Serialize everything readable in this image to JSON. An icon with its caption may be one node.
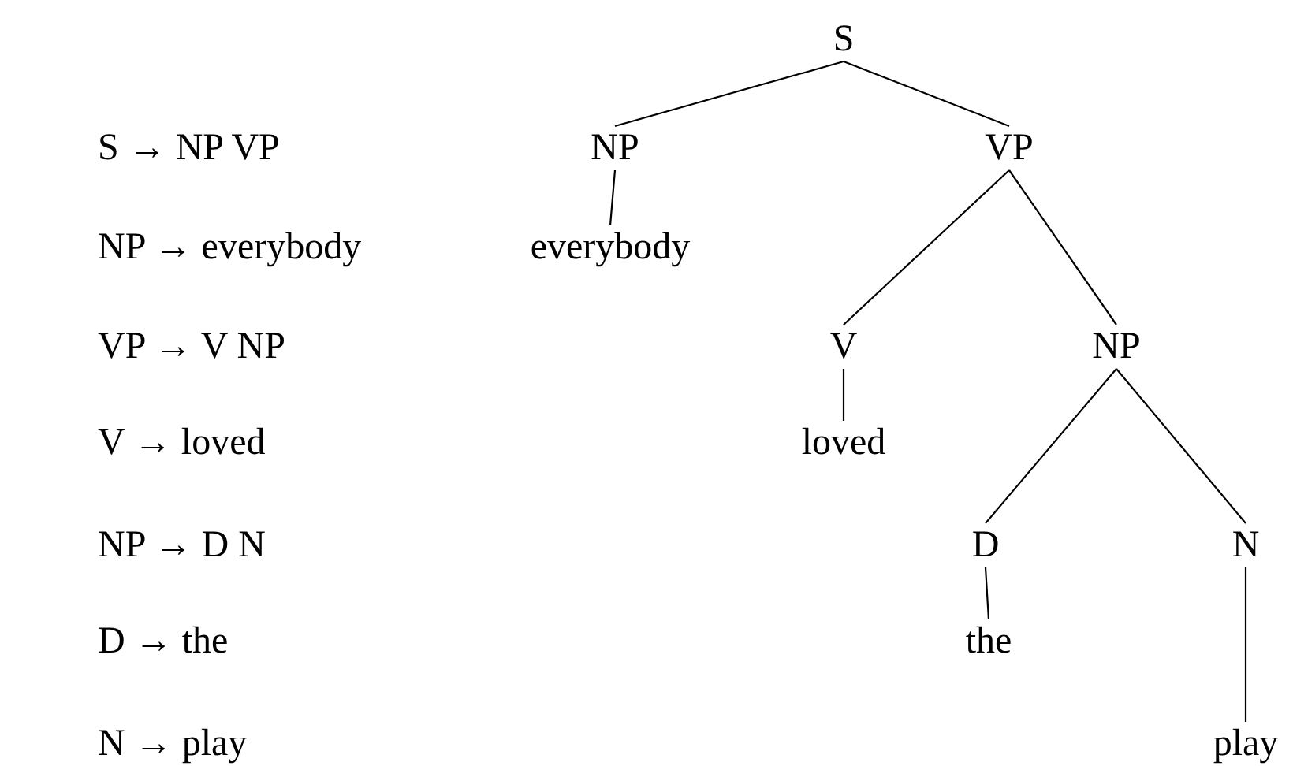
{
  "diagram": {
    "nodes": [
      {
        "text": [
          "S"
        ]
      },
      {
        "text": [
          "NP"
        ]
      },
      {
        "text": [
          "VP"
        ]
      },
      {
        "text": [
          "everybody"
        ]
      },
      {
        "text": [
          "V"
        ]
      },
      {
        "text": [
          "NP"
        ]
      },
      {
        "text": [
          "loved"
        ]
      },
      {
        "text": [
          "D"
        ]
      },
      {
        "text": [
          "N"
        ]
      },
      {
        "text": [
          "the"
        ]
      },
      {
        "text": [
          "play"
        ]
      }
    ],
    "edges": [
      {
        "from": 0,
        "to": 1,
        "arrow": "none"
      },
      {
        "from": 0,
        "to": 2,
        "arrow": "none"
      },
      {
        "from": 1,
        "to": 3,
        "arrow": "none"
      },
      {
        "from": 2,
        "to": 4,
        "arrow": "none"
      },
      {
        "from": 2,
        "to": 5,
        "arrow": "none"
      },
      {
        "from": 4,
        "to": 6,
        "arrow": "none"
      },
      {
        "from": 5,
        "to": 7,
        "arrow": "none"
      },
      {
        "from": 5,
        "to": 8,
        "arrow": "none"
      },
      {
        "from": 7,
        "to": 9,
        "arrow": "none"
      },
      {
        "from": 8,
        "to": 10,
        "arrow": "none"
      }
    ],
    "labels": [
      "S → NP VP",
      "NP → everybody",
      "VP → V NP",
      "V → loved",
      "NP → D N",
      "D → the",
      "N → play"
    ]
  }
}
